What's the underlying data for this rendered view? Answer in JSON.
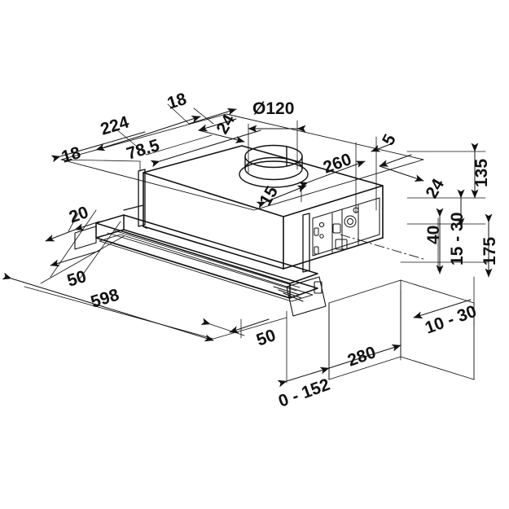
{
  "drawing": {
    "title": "Telescopic cooker hood dimensional drawing",
    "view": "isometric",
    "units": "mm",
    "line_color": "#111111",
    "background_color": "#ffffff"
  },
  "dimensions": {
    "top_left_group": [
      {
        "id": "dim-18-left",
        "value": "18"
      },
      {
        "id": "dim-224",
        "value": "224"
      },
      {
        "id": "dim-78-5",
        "value": "78.5"
      },
      {
        "id": "dim-18-right",
        "value": "18"
      }
    ],
    "top_center_group": [
      {
        "id": "dim-24-top",
        "value": "24"
      },
      {
        "id": "dim-dia-120",
        "value": "Ø120"
      },
      {
        "id": "dim-15",
        "value": "15"
      },
      {
        "id": "dim-260",
        "value": "260"
      },
      {
        "id": "dim-5",
        "value": "5"
      }
    ],
    "right_group": [
      {
        "id": "dim-24-right",
        "value": "24"
      },
      {
        "id": "dim-135",
        "value": "135"
      },
      {
        "id": "dim-40",
        "value": "40"
      },
      {
        "id": "dim-15-30",
        "value": "15 - 30"
      },
      {
        "id": "dim-175",
        "value": "175"
      },
      {
        "id": "dim-10-30",
        "value": "10 - 30"
      }
    ],
    "left_group": [
      {
        "id": "dim-20",
        "value": "20"
      },
      {
        "id": "dim-50-left",
        "value": "50"
      },
      {
        "id": "dim-598",
        "value": "598"
      }
    ],
    "bottom_group": [
      {
        "id": "dim-50-bottom",
        "value": "50"
      },
      {
        "id": "dim-0-152",
        "value": "0 - 152"
      },
      {
        "id": "dim-280",
        "value": "280"
      }
    ]
  }
}
